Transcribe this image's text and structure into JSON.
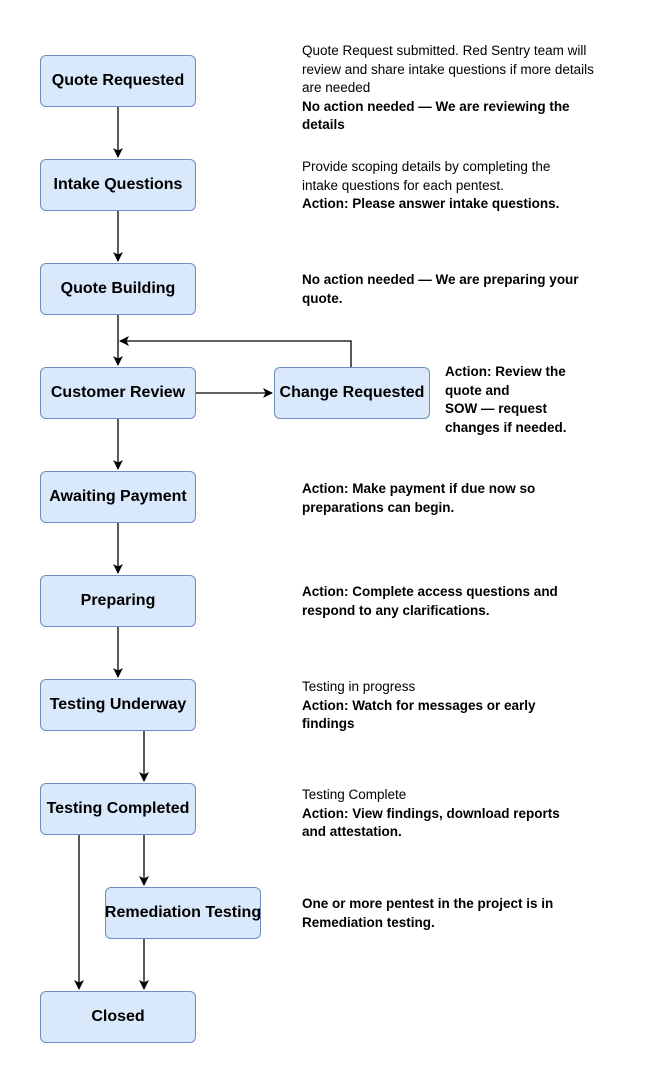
{
  "colors": {
    "node_fill": "#dae8fc",
    "node_stroke": "#6c8ebf",
    "arrow": "#000000",
    "text": "#000000"
  },
  "nodes": {
    "quote_requested": "Quote Requested",
    "intake_questions": "Intake Questions",
    "quote_building": "Quote Building",
    "customer_review": "Customer Review",
    "change_requested": "Change Requested",
    "awaiting_payment": "Awaiting Payment",
    "preparing": "Preparing",
    "testing_underway": "Testing Underway",
    "testing_completed": "Testing Completed",
    "remediation_testing": "Remediation Testing",
    "closed": "Closed"
  },
  "descriptions": {
    "quote_requested": {
      "lines": [
        "Quote Request submitted. Red Sentry team will",
        "review and share intake questions if more details",
        "are needed"
      ],
      "bold": [
        "No action needed — We are reviewing the",
        "details"
      ]
    },
    "intake_questions": {
      "lines": [
        "Provide scoping details by completing the",
        "intake questions for each pentest."
      ],
      "bold": [
        "Action: Please answer intake questions."
      ]
    },
    "quote_building": {
      "bold": [
        "No action needed — We are preparing your",
        "quote."
      ]
    },
    "change_requested": {
      "bold": [
        "Action: Review the",
        "quote and",
        "SOW — request",
        "changes if needed."
      ]
    },
    "awaiting_payment": {
      "bold": [
        "Action: Make payment if due now so",
        "preparations can begin."
      ]
    },
    "preparing": {
      "bold": [
        "Action: Complete access questions and",
        "respond to any clarifications."
      ]
    },
    "testing_underway": {
      "lines": [
        "Testing in progress"
      ],
      "bold": [
        "Action: Watch for messages or early",
        "findings"
      ]
    },
    "testing_completed": {
      "lines": [
        "Testing Complete"
      ],
      "bold": [
        "Action: View findings, download reports",
        "and attestation."
      ]
    },
    "remediation_testing": {
      "bold": [
        "One or more pentest in the project is in",
        "Remediation testing."
      ]
    }
  }
}
